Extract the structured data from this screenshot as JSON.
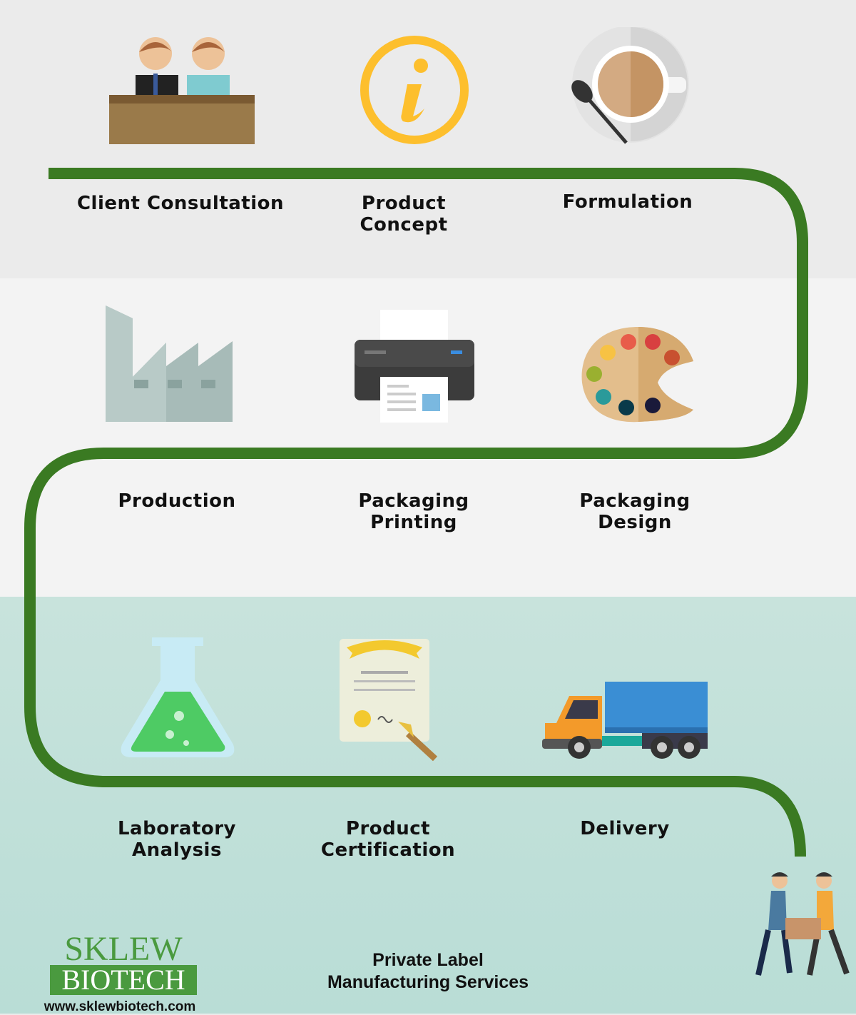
{
  "steps": [
    {
      "label": "Client Consultation",
      "icon": "consultation-icon"
    },
    {
      "label": "Product Concept",
      "icon": "info-icon"
    },
    {
      "label": "Formulation",
      "icon": "coffee-cup-icon"
    },
    {
      "label": "Production",
      "icon": "factory-icon"
    },
    {
      "label": "Packaging Printing",
      "icon": "printer-icon"
    },
    {
      "label": "Packaging Design",
      "icon": "palette-icon"
    },
    {
      "label": "Laboratory Analysis",
      "icon": "flask-icon"
    },
    {
      "label": "Product Certification",
      "icon": "certificate-icon"
    },
    {
      "label": "Delivery",
      "icon": "truck-icon"
    }
  ],
  "footer": {
    "logo_line1": "SKLEW",
    "logo_line2": "BIOTECH",
    "url": "www.sklewbiotech.com",
    "tagline_line1": "Private Label",
    "tagline_line2": "Manufacturing Services"
  },
  "colors": {
    "path": "#3a7a22",
    "brand": "#4a9a3f",
    "top_band": "#ebebeb",
    "middle_band": "#f3f3f3",
    "bottom_band": "#c5e3dc"
  }
}
